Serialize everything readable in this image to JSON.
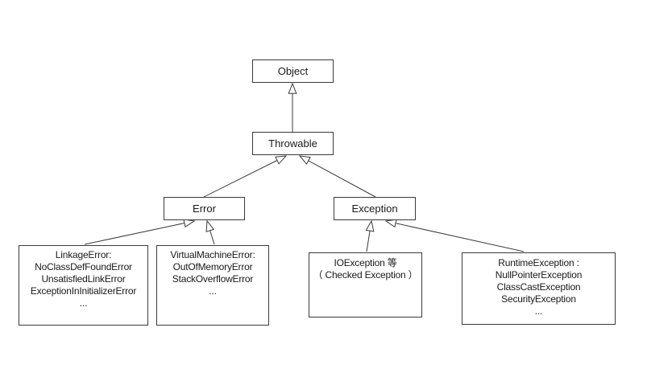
{
  "diagram": {
    "type": "class-hierarchy",
    "language_note": "Java Throwable class hierarchy",
    "colors": {
      "background": "#ffffff",
      "box_border": "#3a3a3a",
      "edge_line": "#3a3a3a",
      "arrowhead_fill": "#ffffff",
      "text": "#1a1a1a"
    },
    "nodes": {
      "object": {
        "label": "Object"
      },
      "throwable": {
        "label": "Throwable"
      },
      "error": {
        "label": "Error"
      },
      "exception": {
        "label": "Exception"
      },
      "linkage": {
        "lines": [
          "LinkageError:",
          "NoClassDefFoundError",
          "UnsatisfiedLinkError",
          "ExceptionInInitializerError",
          "..."
        ]
      },
      "vm": {
        "lines": [
          "VirtualMachineError:",
          "OutOfMemoryError",
          "StackOverflowError",
          "..."
        ]
      },
      "io": {
        "lines": [
          "IOException 等",
          "（ Checked Exception ）"
        ]
      },
      "runtime": {
        "lines": [
          "RuntimeException :",
          "NullPointerException",
          "ClassCastException",
          "SecurityException",
          "..."
        ]
      }
    },
    "edges": [
      {
        "child": "Throwable",
        "parent": "Object",
        "relation": "extends"
      },
      {
        "child": "Error",
        "parent": "Throwable",
        "relation": "extends"
      },
      {
        "child": "Exception",
        "parent": "Throwable",
        "relation": "extends"
      },
      {
        "child": "LinkageError group",
        "parent": "Error",
        "relation": "extends"
      },
      {
        "child": "VirtualMachineError group",
        "parent": "Error",
        "relation": "extends"
      },
      {
        "child": "IOException group",
        "parent": "Exception",
        "relation": "extends"
      },
      {
        "child": "RuntimeException group",
        "parent": "Exception",
        "relation": "extends"
      }
    ]
  }
}
